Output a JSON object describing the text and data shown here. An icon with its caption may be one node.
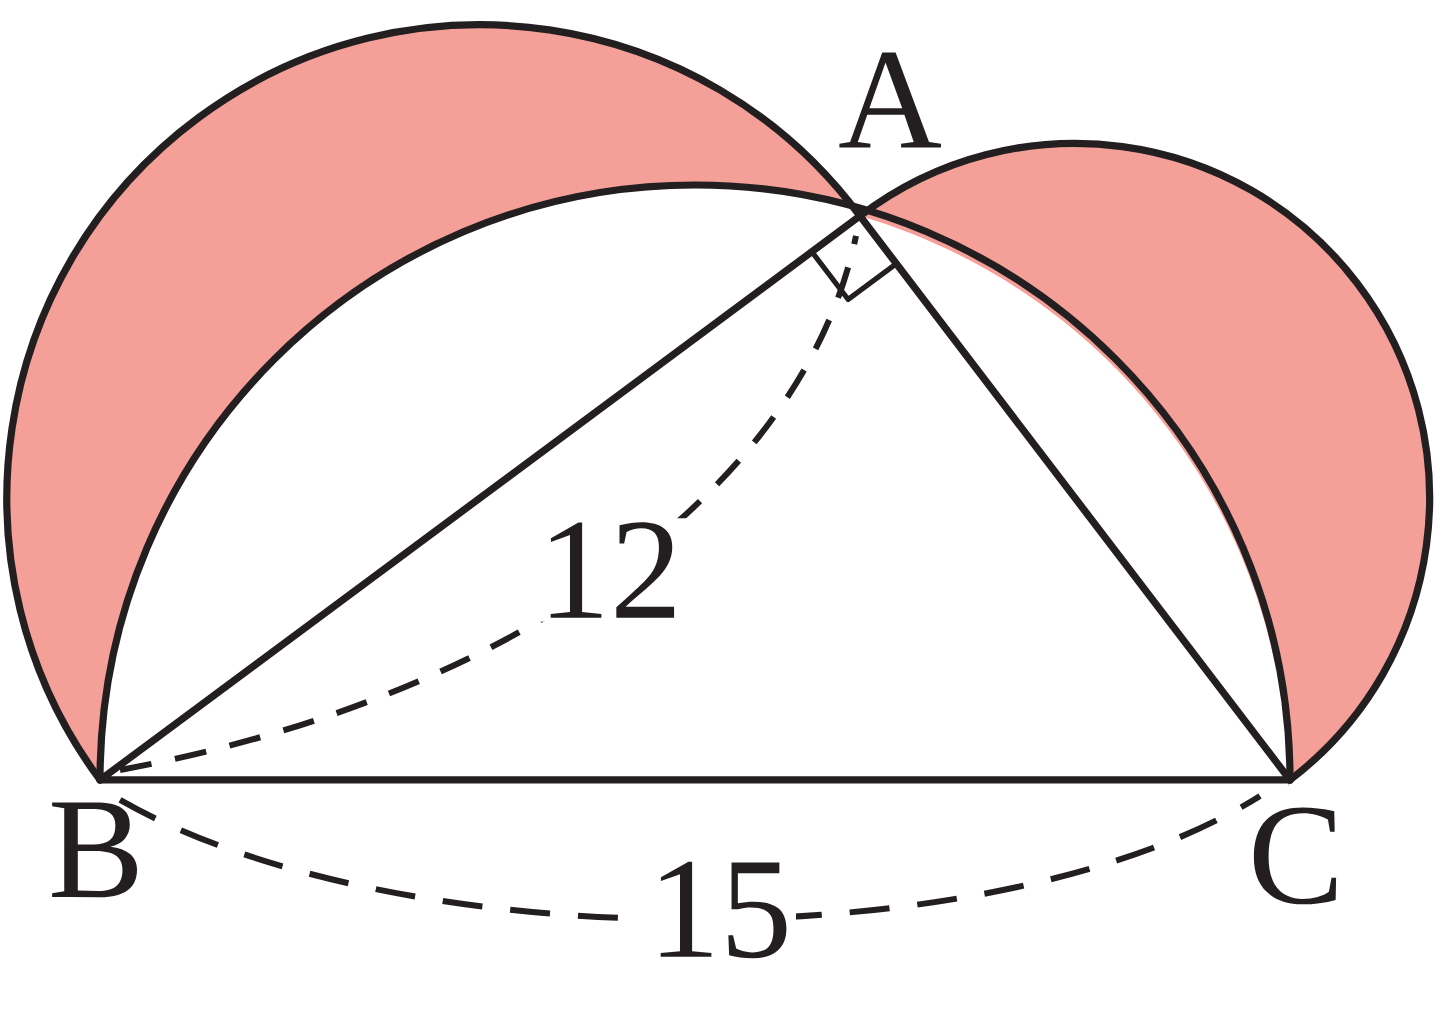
{
  "diagram": {
    "labels": [
      "A",
      "B",
      "C",
      "12",
      "15"
    ]
  }
}
